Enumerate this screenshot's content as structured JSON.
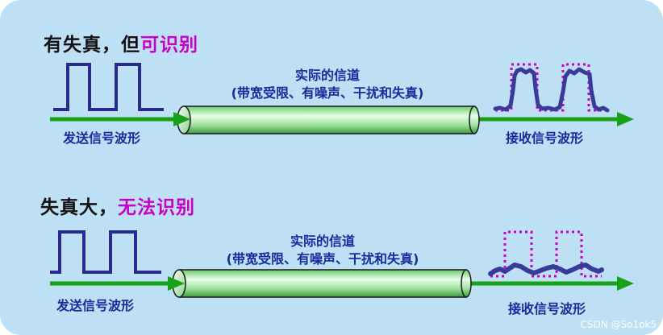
{
  "scenario1": {
    "heading_normal": "有失真，但",
    "heading_highlight": "可识别",
    "channel_line1": "实际的信道",
    "channel_line2": "(带宽受限、有噪声、干扰和失真)",
    "send_label": "发送信号波形",
    "recv_label": "接收信号波形"
  },
  "scenario2": {
    "heading_normal": "失真大，",
    "heading_highlight": "无法识别",
    "channel_line1": "实际的信道",
    "channel_line2": "(带宽受限、有噪声、干扰和失真)",
    "send_label": "发送信号波形",
    "recv_label": "接收信号波形"
  },
  "watermark": "CSDN @So1ok5",
  "colors": {
    "background": "#bde0f4",
    "highlight": "#c800c8",
    "arrow": "#18a018",
    "wave": "#2a2a8c",
    "label": "#1a2a9c",
    "tube": "#a6e6a6"
  }
}
